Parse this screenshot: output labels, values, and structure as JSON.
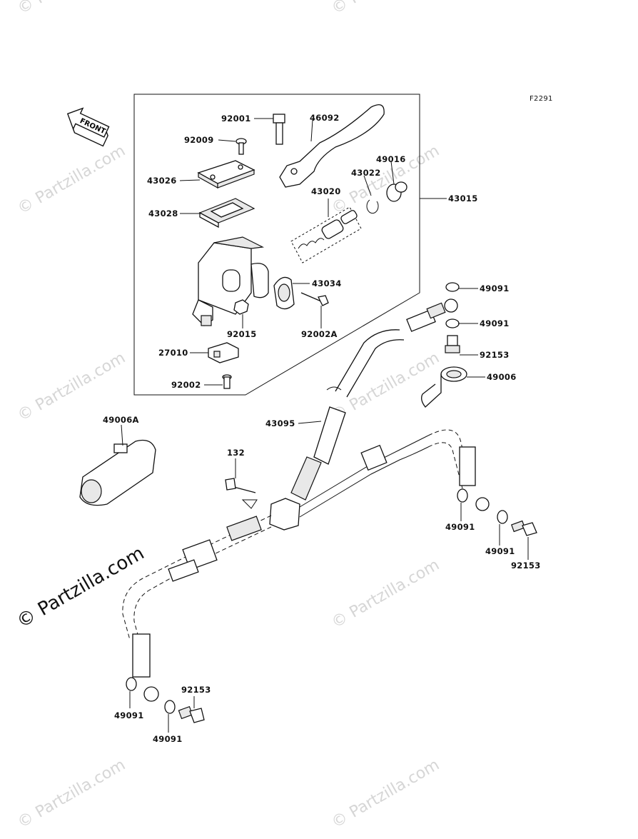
{
  "figure_code": "F2291",
  "front_label": "FRONT",
  "watermark": {
    "brand": "© Partzilla.com",
    "brand_large": "© Partzilla.com"
  },
  "labels": {
    "p92001": "92001",
    "p46092": "46092",
    "p92009": "92009",
    "p49016": "49016",
    "p43022": "43022",
    "p43026": "43026",
    "p43020": "43020",
    "p43015": "43015",
    "p43028": "43028",
    "p43034": "43034",
    "p92015": "92015",
    "p92002A": "92002A",
    "p27010": "27010",
    "p92002": "92002",
    "p49091_a": "49091",
    "p49091_b": "49091",
    "p92153_a": "92153",
    "p49006": "49006",
    "p43095": "43095",
    "p49006A": "49006A",
    "p132": "132",
    "p49091_c": "49091",
    "p49091_d": "49091",
    "p92153_b": "92153",
    "p92153_c": "92153",
    "p49091_e": "49091",
    "p49091_f": "49091"
  }
}
